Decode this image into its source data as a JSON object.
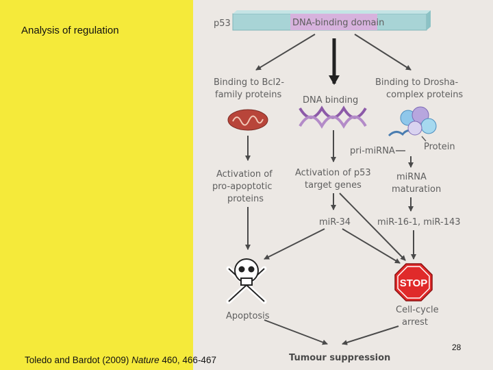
{
  "slide": {
    "title": "Analysis of regulation",
    "page_number": "28",
    "citation": {
      "authors": "Toledo and Bardot (2009) ",
      "journal": "Nature",
      "volume_pages": " 460, 466-467"
    }
  },
  "diagram": {
    "protein": "p53",
    "domain": "DNA-binding domain",
    "left_branch": {
      "binding": [
        "Binding to Bcl2-",
        "family proteins"
      ],
      "activation": [
        "Activation of",
        "pro-apoptotic",
        "proteins"
      ]
    },
    "middle_branch": {
      "binding": "DNA binding",
      "activation": [
        "Activation of p53",
        "target genes"
      ],
      "mirna": "miR-34"
    },
    "right_branch": {
      "binding": [
        "Binding to Drosha-",
        "complex proteins"
      ],
      "pri_mirna": "pri-miRNA",
      "protein": "Protein",
      "maturation": [
        "miRNA",
        "maturation"
      ],
      "mirna": "miR-16-1, miR-143"
    },
    "outcomes": {
      "apoptosis": "Apoptosis",
      "stop_sign": "STOP",
      "arrest": [
        "Cell-cycle",
        "arrest"
      ],
      "final": "Tumour suppression"
    },
    "colors": {
      "domain_bar": "#a8d4d6",
      "domain_highlight": "#d7b2dd",
      "stop_sign": "#e02a2a",
      "mitochondrion": "#b8453a",
      "dna_strand": "#8c5aa8",
      "arrow": "#4a4a4a"
    }
  }
}
